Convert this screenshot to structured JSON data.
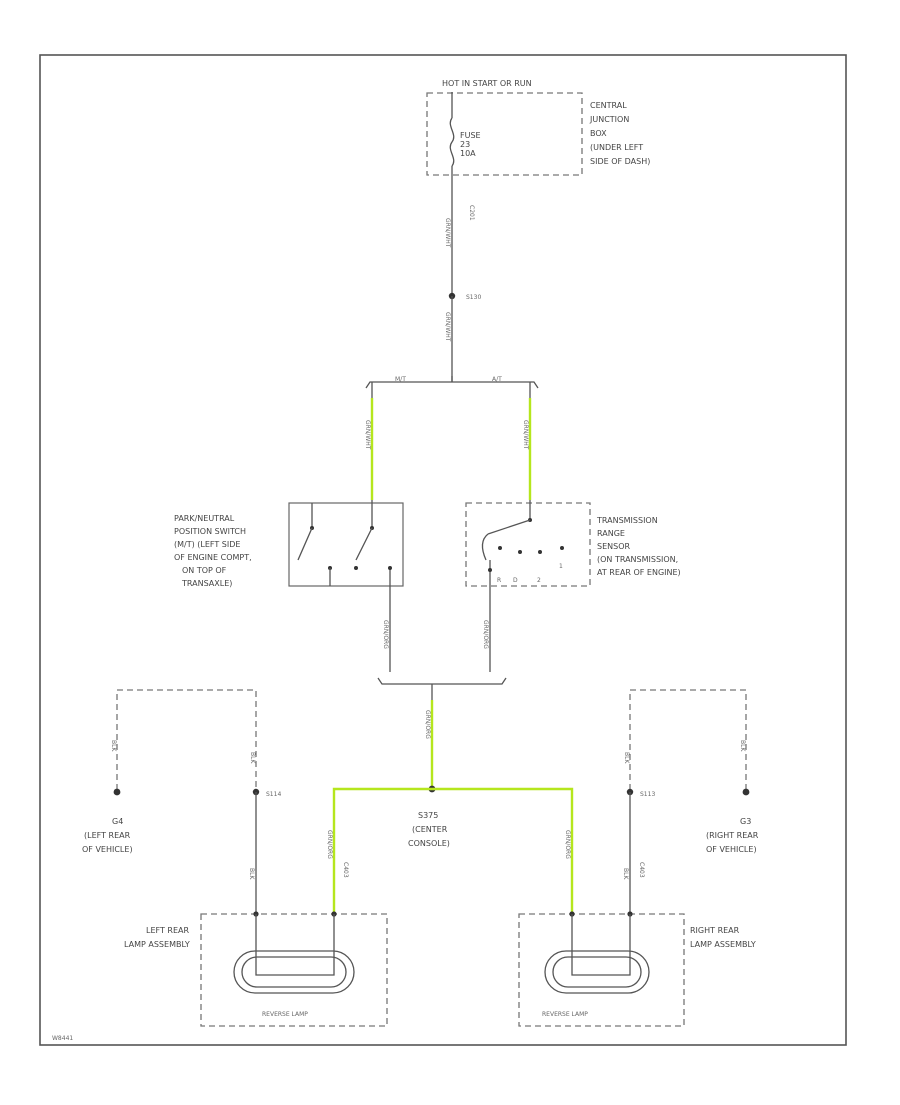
{
  "power_source": {
    "hot_label": "HOT IN START OR RUN",
    "fuse_lines": [
      "FUSE",
      "23",
      "10A"
    ],
    "location_lines": [
      "CENTRAL",
      "JUNCTION",
      "BOX",
      "(UNDER LEFT",
      "SIDE OF DASH)"
    ]
  },
  "connectors": {
    "c_top": "C201",
    "s_top": "S130",
    "s_left": "S114",
    "s_right": "S113",
    "c_left_lamp": "C403",
    "c_right_lamp": "C403"
  },
  "wire_codes": {
    "feed_1": "GRN/WHT",
    "feed_2": "GRN/WHT",
    "branch_left": "GRN/WHT",
    "branch_right": "GRN/WHT",
    "switch_out_left": "GRN/ORG",
    "switch_out_right": "GRN/ORG",
    "to_splice": "GRN/ORG",
    "lamp_left": "GRN/ORG",
    "lamp_right": "GRN/ORG",
    "ground_left": "BLK",
    "ground_right": "BLK",
    "ground_left_2": "BLK",
    "ground_right_2": "BLK",
    "g_left_wire": "BLK",
    "g_right_wire": "BLK"
  },
  "bracket_labels": {
    "mt": "M/T",
    "at": "A/T"
  },
  "left_switch": {
    "lines": [
      "PARK/NEUTRAL",
      "POSITION SWITCH",
      "(M/T) (LEFT SIDE",
      "OF ENGINE COMPT,",
      "ON TOP OF",
      "TRANSAXLE)"
    ]
  },
  "right_switch": {
    "lines": [
      "TRANSMISSION",
      "RANGE",
      "SENSOR",
      "(ON TRANSMISSION,",
      "AT REAR OF ENGINE)"
    ],
    "positions": [
      "R",
      "D",
      "2",
      "1"
    ]
  },
  "grounds": {
    "left": {
      "id": "G4",
      "lines": [
        "(LEFT REAR",
        "OF VEHICLE)"
      ]
    },
    "right": {
      "id": "G3",
      "lines": [
        "(RIGHT REAR",
        "OF VEHICLE)"
      ]
    }
  },
  "splice_center": {
    "id": "S375",
    "lines": [
      "(CENTER",
      "CONSOLE)"
    ]
  },
  "lamps": {
    "left": {
      "lines": [
        "LEFT REAR",
        "LAMP ASSEMBLY"
      ],
      "bulb": "REVERSE LAMP"
    },
    "right": {
      "lines": [
        "RIGHT REAR",
        "LAMP ASSEMBLY"
      ],
      "bulb": "REVERSE LAMP"
    }
  },
  "footer": {
    "code": "W8441"
  },
  "colors": {
    "highlight": "#b5e61d",
    "line": "#555555"
  }
}
